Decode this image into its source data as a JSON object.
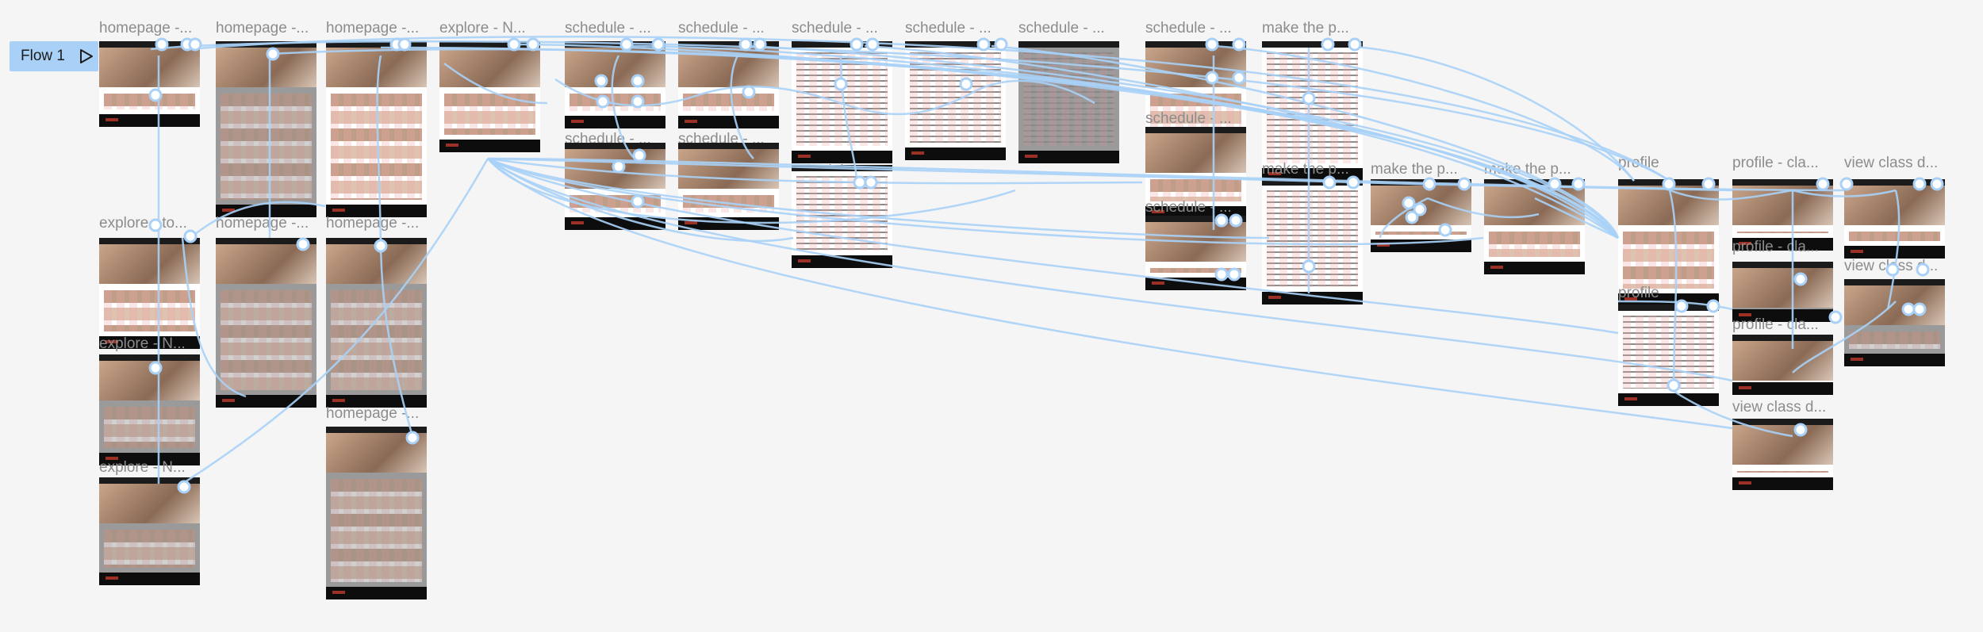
{
  "flow": {
    "label": "Flow 1",
    "icon": "play-icon"
  },
  "link_color": "#a9d1f7",
  "frames": [
    {
      "id": "f1",
      "label": "homepage -...",
      "variant": "hero"
    },
    {
      "id": "f2",
      "label": "homepage -...",
      "variant": "dim"
    },
    {
      "id": "f3",
      "label": "homepage -...",
      "variant": "hero"
    },
    {
      "id": "f4",
      "label": "explore - N...",
      "variant": "plain"
    },
    {
      "id": "f5",
      "label": "schedule - ...",
      "variant": "hero"
    },
    {
      "id": "f6",
      "label": "schedule - ...",
      "variant": "hero"
    },
    {
      "id": "f7",
      "label": "schedule - ...",
      "variant": "text"
    },
    {
      "id": "f8",
      "label": "schedule - ...",
      "variant": "text"
    },
    {
      "id": "f9",
      "label": "schedule - ...",
      "variant": "dimtext"
    },
    {
      "id": "f10",
      "label": "schedule - ...",
      "variant": "hero"
    },
    {
      "id": "f11",
      "label": "make the p...",
      "variant": "text"
    },
    {
      "id": "f12",
      "label": "schedule - ...",
      "variant": "hero"
    },
    {
      "id": "f13",
      "label": "schedule - ...",
      "variant": "hero"
    },
    {
      "id": "f14",
      "label": "schedule - ...",
      "variant": "text"
    },
    {
      "id": "f15",
      "label": "schedule - ...",
      "variant": "hero"
    },
    {
      "id": "f16",
      "label": "schedule - ...",
      "variant": "hero"
    },
    {
      "id": "f17",
      "label": "make the p...",
      "variant": "text"
    },
    {
      "id": "f18",
      "label": "make the p...",
      "variant": "hero"
    },
    {
      "id": "f19",
      "label": "make the p...",
      "variant": "hero"
    },
    {
      "id": "f20",
      "label": "profile",
      "variant": "hero"
    },
    {
      "id": "f21",
      "label": "profile - cla...",
      "variant": "hero"
    },
    {
      "id": "f22",
      "label": "view class d...",
      "variant": "hero"
    },
    {
      "id": "f23",
      "label": "explore - to...",
      "variant": "hero"
    },
    {
      "id": "f24",
      "label": "homepage -...",
      "variant": "dim"
    },
    {
      "id": "f25",
      "label": "homepage -...",
      "variant": "dim"
    },
    {
      "id": "f26",
      "label": "profile - cla...",
      "variant": "dim"
    },
    {
      "id": "f27",
      "label": "view class d...",
      "variant": "dim"
    },
    {
      "id": "f28",
      "label": "explore - N...",
      "variant": "dim"
    },
    {
      "id": "f29",
      "label": "profile",
      "variant": "text"
    },
    {
      "id": "f30",
      "label": "profile - cla...",
      "variant": "hero"
    },
    {
      "id": "f31",
      "label": "homepage -...",
      "variant": "dim"
    },
    {
      "id": "f32",
      "label": "view class d...",
      "variant": "hero"
    },
    {
      "id": "f33",
      "label": "explore - N...",
      "variant": "dim"
    }
  ]
}
